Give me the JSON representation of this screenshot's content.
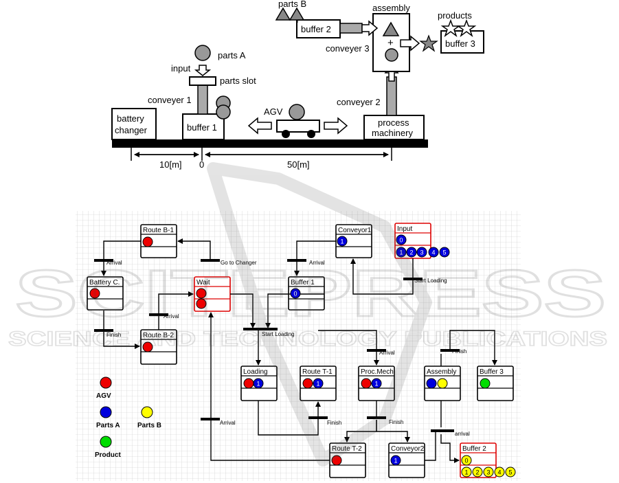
{
  "top": {
    "parts_b": "parts B",
    "assembly": "assembly",
    "buffer_2": "buffer 2",
    "conveyer_3": "conveyer 3",
    "plus": "+",
    "products": "products",
    "buffer_3": "buffer 3",
    "parts_a": "parts A",
    "input": "input",
    "parts_slot": "parts slot",
    "conveyer_1": "conveyer 1",
    "agv": "AGV",
    "conveyer_2": "conveyer 2",
    "battery_changer_1": "battery",
    "battery_changer_2": "changer",
    "buffer_1": "buffer 1",
    "process_machinery_1": "process",
    "process_machinery_2": "machinery",
    "dim_10": "10[m]",
    "dim_0": "0",
    "dim_50": "50[m]"
  },
  "net": {
    "places": {
      "route_b1": "Route B-1",
      "battery_c": "Battery C.",
      "wait": "Wait",
      "route_b2": "Route B-2",
      "conveyor1": "Conveyor1",
      "input": "Input",
      "buffer1": "Buffer 1",
      "loading": "Loading",
      "route_t1": "Route T-1",
      "proc_mech": "Proc.Mech",
      "assembly": "Assembly",
      "buffer3": "Buffer 3",
      "route_t2": "Route T-2",
      "conveyor2": "Conveyor2",
      "buffer2": "Buffer 2"
    },
    "transitions": {
      "arrival_1": "Arrival",
      "go_to_changer": "Go to Changer",
      "arrival_2": "Arrival",
      "start_loading_1": "Start Loading",
      "finish_1": "Finish",
      "arrival_3": "Arrival",
      "start_loading_2": "Start Loading",
      "arrival_4": "Arrival",
      "finish_2": "Finish",
      "arrival_5": "Arrival",
      "finish_3": "Finish",
      "finish_4": "Finish",
      "arrival_6": "arrival"
    },
    "tokens": {
      "input_top": "0",
      "input_1": "1",
      "input_2": "2",
      "input_3": "3",
      "input_4": "4",
      "input_5": "5",
      "buffer1": "0",
      "conveyor1": "1",
      "loading": "1",
      "route_t1": "1",
      "proc_mech": "1",
      "conveyor2": "1",
      "buffer2_top": "0",
      "buffer2_1": "1",
      "buffer2_2": "2",
      "buffer2_3": "3",
      "buffer2_4": "4",
      "buffer2_5": "5"
    },
    "legend": {
      "agv": "AGV",
      "parts_a": "Parts A",
      "parts_b": "Parts B",
      "product": "Product"
    }
  },
  "colors": {
    "agv": "#ee0000",
    "parts_a": "#0000dd",
    "parts_b": "#ffff00",
    "product": "#00dd00",
    "highlight": "#dd0000",
    "machine_grey": "#aaaaaa"
  },
  "watermark": {
    "line1": "SCITEPRESS",
    "line2": "SCIENCE AND TECHNOLOGY PUBLICATIONS"
  }
}
